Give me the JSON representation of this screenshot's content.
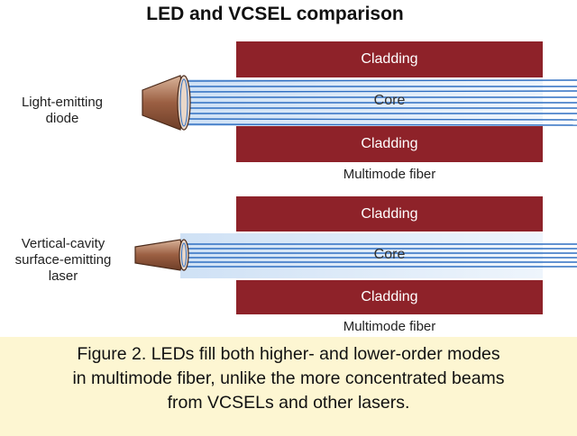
{
  "title": "LED and VCSEL comparison",
  "panels": [
    {
      "source_line1": "Light-emitting",
      "source_line2": "diode",
      "source_line3": "",
      "cladding_top": "Cladding",
      "core": "Core",
      "cladding_bottom": "Cladding",
      "fiber": "Multimode fiber"
    },
    {
      "source_line1": "Vertical-cavity",
      "source_line2": "surface-emitting",
      "source_line3": "laser",
      "cladding_top": "Cladding",
      "core": "Core",
      "cladding_bottom": "Cladding",
      "fiber": "Multimode fiber"
    }
  ],
  "caption": {
    "line1": "Figure 2. LEDs fill both higher- and lower-order modes",
    "line2": "in multimode fiber, unlike the more concentrated beams",
    "line3": "from VCSELs and other lasers."
  },
  "colors": {
    "cladding": "#8e2229",
    "core_light": "#dbe9f7",
    "beam": "#2f6fc2",
    "source_body": "#b07a5a",
    "caption_bg": "#fdf6d2"
  }
}
